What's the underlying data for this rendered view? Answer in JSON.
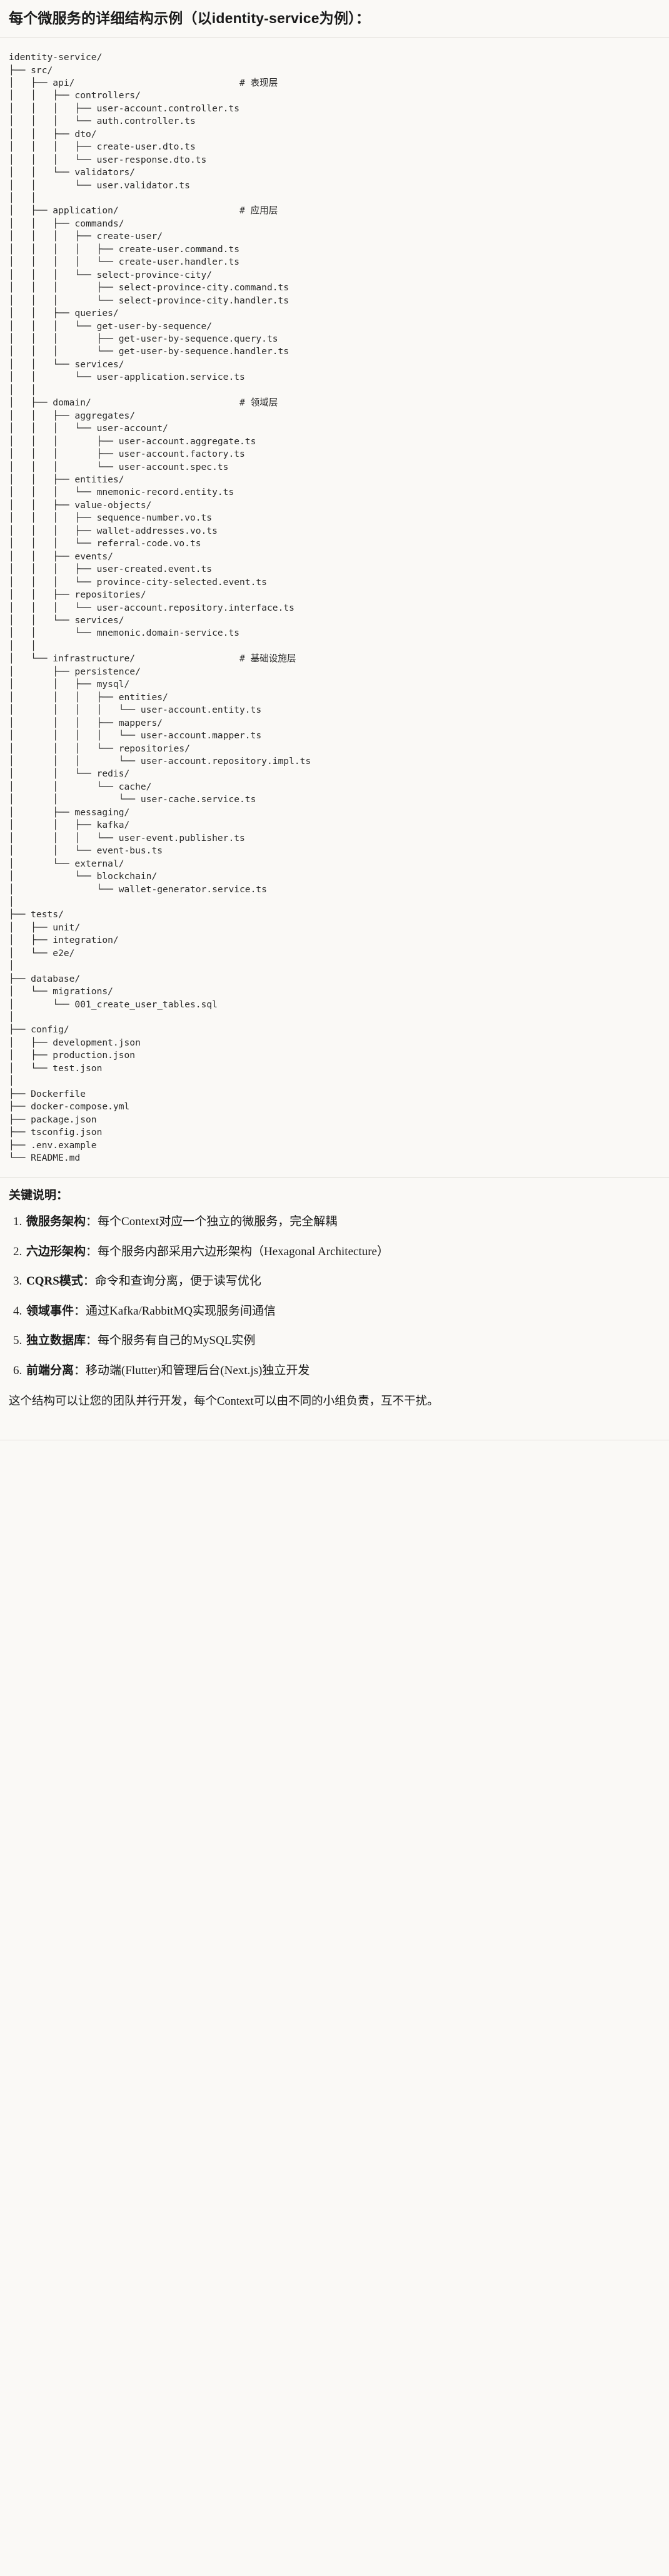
{
  "document": {
    "title": "每个微服务的详细结构示例（以identity-service为例）：",
    "tree_root": "identity-service/",
    "tree_text": "identity-service/\n├── src/\n│   ├── api/                              # 表现层\n│   │   ├── controllers/\n│   │   │   ├── user-account.controller.ts\n│   │   │   └── auth.controller.ts\n│   │   ├── dto/\n│   │   │   ├── create-user.dto.ts\n│   │   │   └── user-response.dto.ts\n│   │   └── validators/\n│   │       └── user.validator.ts\n│   │\n│   ├── application/                      # 应用层\n│   │   ├── commands/\n│   │   │   ├── create-user/\n│   │   │   │   ├── create-user.command.ts\n│   │   │   │   └── create-user.handler.ts\n│   │   │   └── select-province-city/\n│   │   │       ├── select-province-city.command.ts\n│   │   │       └── select-province-city.handler.ts\n│   │   ├── queries/\n│   │   │   └── get-user-by-sequence/\n│   │   │       ├── get-user-by-sequence.query.ts\n│   │   │       └── get-user-by-sequence.handler.ts\n│   │   └── services/\n│   │       └── user-application.service.ts\n│   │\n│   ├── domain/                           # 领域层\n│   │   ├── aggregates/\n│   │   │   └── user-account/\n│   │   │       ├── user-account.aggregate.ts\n│   │   │       ├── user-account.factory.ts\n│   │   │       └── user-account.spec.ts\n│   │   ├── entities/\n│   │   │   └── mnemonic-record.entity.ts\n│   │   ├── value-objects/\n│   │   │   ├── sequence-number.vo.ts\n│   │   │   ├── wallet-addresses.vo.ts\n│   │   │   └── referral-code.vo.ts\n│   │   ├── events/\n│   │   │   ├── user-created.event.ts\n│   │   │   └── province-city-selected.event.ts\n│   │   ├── repositories/\n│   │   │   └── user-account.repository.interface.ts\n│   │   └── services/\n│   │       └── mnemonic.domain-service.ts\n│   │\n│   └── infrastructure/                   # 基础设施层\n│       ├── persistence/\n│       │   ├── mysql/\n│       │   │   ├── entities/\n│       │   │   │   └── user-account.entity.ts\n│       │   │   ├── mappers/\n│       │   │   │   └── user-account.mapper.ts\n│       │   │   └── repositories/\n│       │   │       └── user-account.repository.impl.ts\n│       │   └── redis/\n│       │       └── cache/\n│       │           └── user-cache.service.ts\n│       ├── messaging/\n│       │   ├── kafka/\n│       │   │   └── user-event.publisher.ts\n│       │   └── event-bus.ts\n│       └── external/\n│           └── blockchain/\n│               └── wallet-generator.service.ts\n│\n├── tests/\n│   ├── unit/\n│   ├── integration/\n│   └── e2e/\n│\n├── database/\n│   └── migrations/\n│       └── 001_create_user_tables.sql\n│\n├── config/\n│   ├── development.json\n│   ├── production.json\n│   └── test.json\n│\n├── Dockerfile\n├── docker-compose.yml\n├── package.json\n├── tsconfig.json\n├── .env.example\n└── README.md",
    "layer_comments": [
      {
        "path": "api/",
        "comment": "# 表现层"
      },
      {
        "path": "application/",
        "comment": "# 应用层"
      },
      {
        "path": "domain/",
        "comment": "# 领域层"
      },
      {
        "path": "infrastructure/",
        "comment": "# 基础设施层"
      }
    ],
    "notes_heading": "关键说明：",
    "key_points": [
      {
        "index": "1.",
        "term": "微服务架构",
        "separator": "：",
        "body": "每个Context对应一个独立的微服务，完全解耦"
      },
      {
        "index": "2.",
        "term": "六边形架构",
        "separator": "：",
        "body": "每个服务内部采用六边形架构（Hexagonal Architecture）"
      },
      {
        "index": "3.",
        "term": "CQRS模式",
        "separator": "：",
        "body": "命令和查询分离，便于读写优化"
      },
      {
        "index": "4.",
        "term": "领域事件",
        "separator": "：",
        "body": "通过Kafka/RabbitMQ实现服务间通信"
      },
      {
        "index": "5.",
        "term": "独立数据库",
        "separator": "：",
        "body": "每个服务有自己的MySQL实例"
      },
      {
        "index": "6.",
        "term": "前端分离",
        "separator": "：",
        "body": "移动端(Flutter)和管理后台(Next.js)独立开发"
      }
    ],
    "closing_text": "这个结构可以让您的团队并行开发，每个Context可以由不同的小组负责，互不干扰。"
  }
}
